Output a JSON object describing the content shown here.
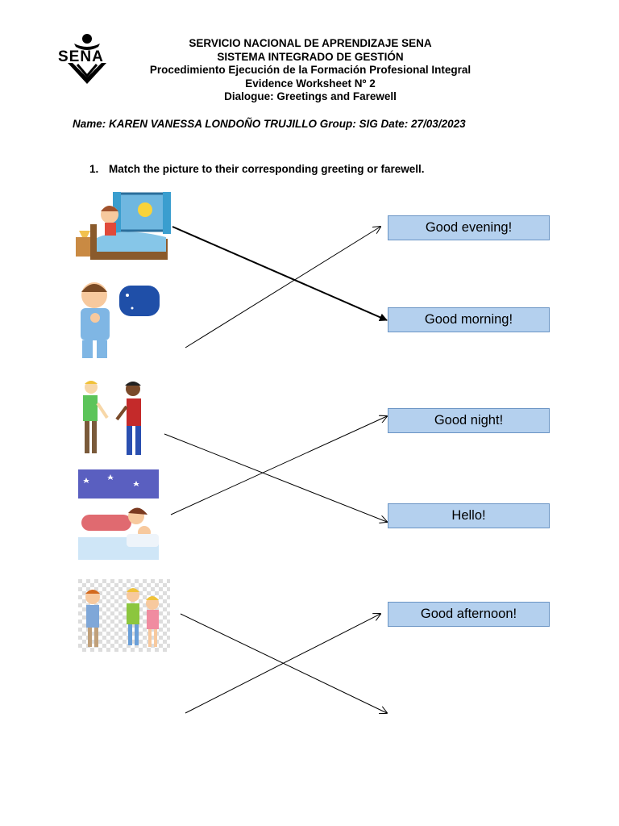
{
  "logo": {
    "text": "SENA"
  },
  "header": {
    "line1": "SERVICIO NACIONAL DE APRENDIZAJE SENA",
    "line2": "SISTEMA INTEGRADO DE GESTIÓN",
    "line3": "Procedimiento Ejecución de la Formación Profesional Integral",
    "line4": "Evidence Worksheet Nº 2",
    "line5": "Dialogue: Greetings and Farewell"
  },
  "student_line": "Name: KAREN VANESSA LONDOÑO TRUJILLO Group: SIG Date: 27/03/2023",
  "instruction": {
    "number": "1.",
    "text": "Match the picture to their corresponding greeting or farewell."
  },
  "answers": [
    "Good evening!",
    "Good morning!",
    "Good night!",
    "Hello!",
    "Good afternoon!"
  ],
  "pictures": [
    "bedroom-morning-picture",
    "boy-pajamas-moon-picture",
    "two-boys-greeting-picture",
    "mother-kissing-child-night-picture",
    "children-waving-picture"
  ]
}
